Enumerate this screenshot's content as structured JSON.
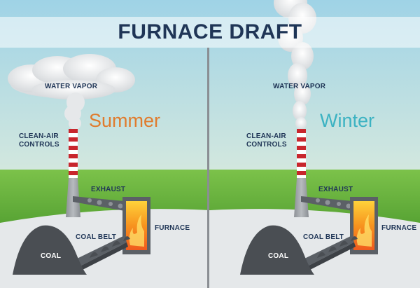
{
  "title": "FURNACE DRAFT",
  "colors": {
    "title": "#1f3556",
    "summer": "#e07b2d",
    "winter": "#3bb2c2",
    "sky_top": "#9fd3e6",
    "sky_bottom": "#f1f2d2",
    "grass": "#6cb43f",
    "ground": "#e5e8ea",
    "coal": "#4a4e53",
    "chimney_stripe": "#c8262d"
  },
  "panels": [
    {
      "season": "Summer",
      "labels": {
        "water_vapor": "WATER VAPOR",
        "clean_air": "CLEAN-AIR\nCONTROLS",
        "exhaust": "EXHAUST",
        "furnace": "FURNACE",
        "coal_belt": "COAL BELT",
        "coal": "COAL"
      }
    },
    {
      "season": "Winter",
      "labels": {
        "water_vapor": "WATER VAPOR",
        "clean_air": "CLEAN-AIR\nCONTROLS",
        "exhaust": "EXHAUST",
        "furnace": "FURNACE",
        "coal_belt": "COAL BELT",
        "coal": "COAL"
      }
    }
  ]
}
